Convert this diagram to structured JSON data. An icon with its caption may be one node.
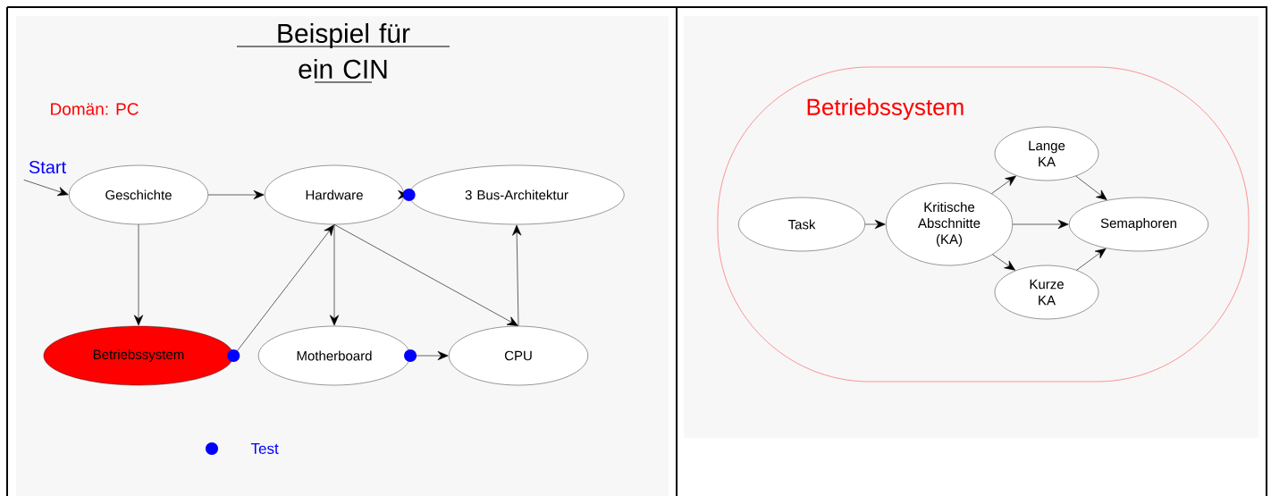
{
  "diagram": {
    "title": "Beispiel für ein CIN",
    "nodes": [
      {
        "text": [
          "Start"
        ]
      },
      {
        "text": [
          "Geschichte"
        ]
      },
      {
        "text": [
          "Hardware"
        ]
      },
      {
        "text": [
          "3 Bus-Architektur"
        ]
      },
      {
        "text": [
          "Betriebssystem"
        ]
      },
      {
        "text": [
          "Motherboard"
        ]
      },
      {
        "text": [
          "CPU"
        ]
      },
      {
        "text": [
          "Betriebssystem"
        ]
      },
      {
        "text": [
          "Task"
        ],
        "in": 7
      },
      {
        "text": [
          "Kritische Abschnitte (KA)"
        ],
        "in": 7
      },
      {
        "text": [
          "Lange KA"
        ],
        "in": 7
      },
      {
        "text": [
          "Kurze KA"
        ],
        "in": 7
      },
      {
        "text": [
          "Semaphoren"
        ],
        "in": 7
      }
    ],
    "edges": [
      {
        "from": 0,
        "to": 1,
        "arrow": "to"
      },
      {
        "from": 1,
        "to": 2,
        "arrow": "to"
      },
      {
        "from": 2,
        "to": 3,
        "arrow": "to"
      },
      {
        "from": 1,
        "to": 4,
        "arrow": "to"
      },
      {
        "from": 4,
        "to": 2,
        "arrow": "to"
      },
      {
        "from": 2,
        "to": 5,
        "arrow": "to"
      },
      {
        "from": 2,
        "to": 6,
        "arrow": "to"
      },
      {
        "from": 5,
        "to": 6,
        "arrow": "to"
      },
      {
        "from": 6,
        "to": 3,
        "arrow": "to"
      },
      {
        "from": 8,
        "to": 9,
        "arrow": "to"
      },
      {
        "from": 9,
        "to": 10,
        "arrow": "to"
      },
      {
        "from": 9,
        "to": 12,
        "arrow": "to"
      },
      {
        "from": 9,
        "to": 11,
        "arrow": "to"
      },
      {
        "from": 10,
        "to": 12,
        "arrow": "to"
      },
      {
        "from": 11,
        "to": 12,
        "arrow": "to"
      }
    ],
    "labels": [
      "Domän: PC"
    ],
    "legend": [
      {
        "text": "Test",
        "color": "#0000ff"
      }
    ]
  }
}
